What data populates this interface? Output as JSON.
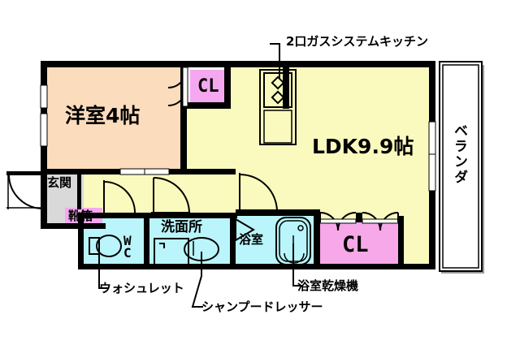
{
  "plan": {
    "type": "japanese-floor-plan",
    "layout_code": "1LDK",
    "rooms": [
      {
        "key": "washitsu",
        "label": "洋室4帖",
        "color": "#fbdcbd"
      },
      {
        "key": "ldk",
        "label": "LDK9.9帖",
        "color": "#fafabe"
      },
      {
        "key": "genkan",
        "label": "玄関",
        "color": "#d9d9d9"
      },
      {
        "key": "washroom",
        "label": "洗面所",
        "color": "#b9f5fa"
      },
      {
        "key": "bath",
        "label": "浴室",
        "color": "#b9f5fa"
      },
      {
        "key": "veranda",
        "label": "ベランダ",
        "color": "#ffffff"
      }
    ],
    "closets": [
      {
        "key": "cl-bedroom",
        "label": "CL",
        "color": "#f5a8f0"
      },
      {
        "key": "cl-ldk",
        "label": "CL",
        "color": "#f7a8e8"
      },
      {
        "key": "shoe-box",
        "label": "靴箱",
        "color": "#f5a8f0"
      }
    ],
    "fixtures": [
      {
        "key": "toilet",
        "label": "WC"
      }
    ],
    "callouts": [
      {
        "key": "kitchen",
        "label": "2口ガスシステムキッチン"
      },
      {
        "key": "washlet",
        "label": "ウォシュレット"
      },
      {
        "key": "shampoo-dresser",
        "label": "シャンプードレッサー"
      },
      {
        "key": "bath-dryer",
        "label": "浴室乾燥機"
      }
    ],
    "colors": {
      "wall": "#000000",
      "bedroom_fill": "#fbdcbd",
      "ldk_fill": "#fafabe",
      "water_fill": "#b9f5fa",
      "closet_fill": "#f5a8f0",
      "genkan_fill": "#d9d9d9",
      "background": "#ffffff"
    }
  },
  "labels": {
    "washitsu": "洋室4帖",
    "ldk": "LDK9.9帖",
    "genkan": "玄関",
    "washroom": "洗面所",
    "bath": "浴室",
    "veranda": "ベランダ",
    "cl_bedroom": "CL",
    "cl_ldk": "CL",
    "shoe_box": "靴箱",
    "wc_w": "W",
    "wc_c": "C",
    "callout_kitchen": "2口ガスシステムキッチン",
    "callout_washlet": "ウォシュレット",
    "callout_dresser": "シャンプードレッサー",
    "callout_bathdryer": "浴室乾燥機"
  }
}
